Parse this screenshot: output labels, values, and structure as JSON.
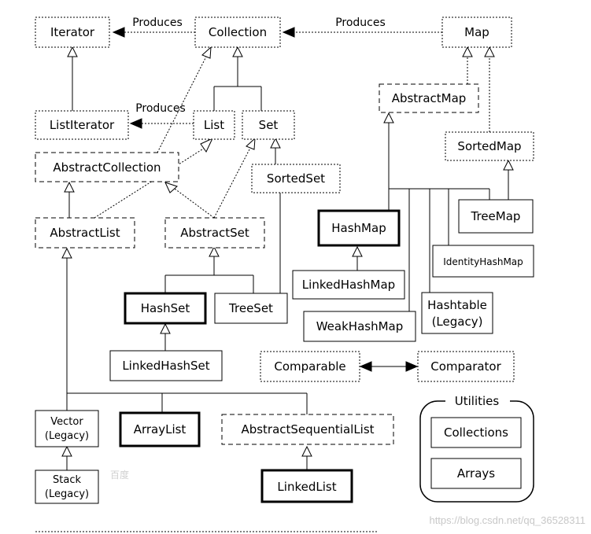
{
  "nodes": {
    "iterator": "Iterator",
    "collection": "Collection",
    "map": "Map",
    "list_iterator": "ListIterator",
    "list": "List",
    "set": "Set",
    "abstract_map": "AbstractMap",
    "sorted_map": "SortedMap",
    "abstract_collection": "AbstractCollection",
    "sorted_set": "SortedSet",
    "abstract_list": "AbstractList",
    "abstract_set": "AbstractSet",
    "hash_map": "HashMap",
    "tree_map": "TreeMap",
    "identity_hash_map": "IdentityHashMap",
    "linked_hash_map": "LinkedHashMap",
    "hash_set": "HashSet",
    "tree_set": "TreeSet",
    "hashtable": [
      "Hashtable",
      "(Legacy)"
    ],
    "weak_hash_map": "WeakHashMap",
    "linked_hash_set": "LinkedHashSet",
    "comparable": "Comparable",
    "comparator": "Comparator",
    "vector": [
      "Vector",
      "(Legacy)"
    ],
    "array_list": "ArrayList",
    "abstract_sequential_list": "AbstractSequentialList",
    "stack": [
      "Stack",
      "(Legacy)"
    ],
    "linked_list": "LinkedList",
    "collections": "Collections",
    "arrays": "Arrays"
  },
  "labels": {
    "produces_1": "Produces",
    "produces_2": "Produces",
    "produces_3": "Produces"
  },
  "utilities_title": "Utilities",
  "watermark": {
    "url": "https://blog.csdn.net/qq_36528311",
    "logo": "百度"
  }
}
